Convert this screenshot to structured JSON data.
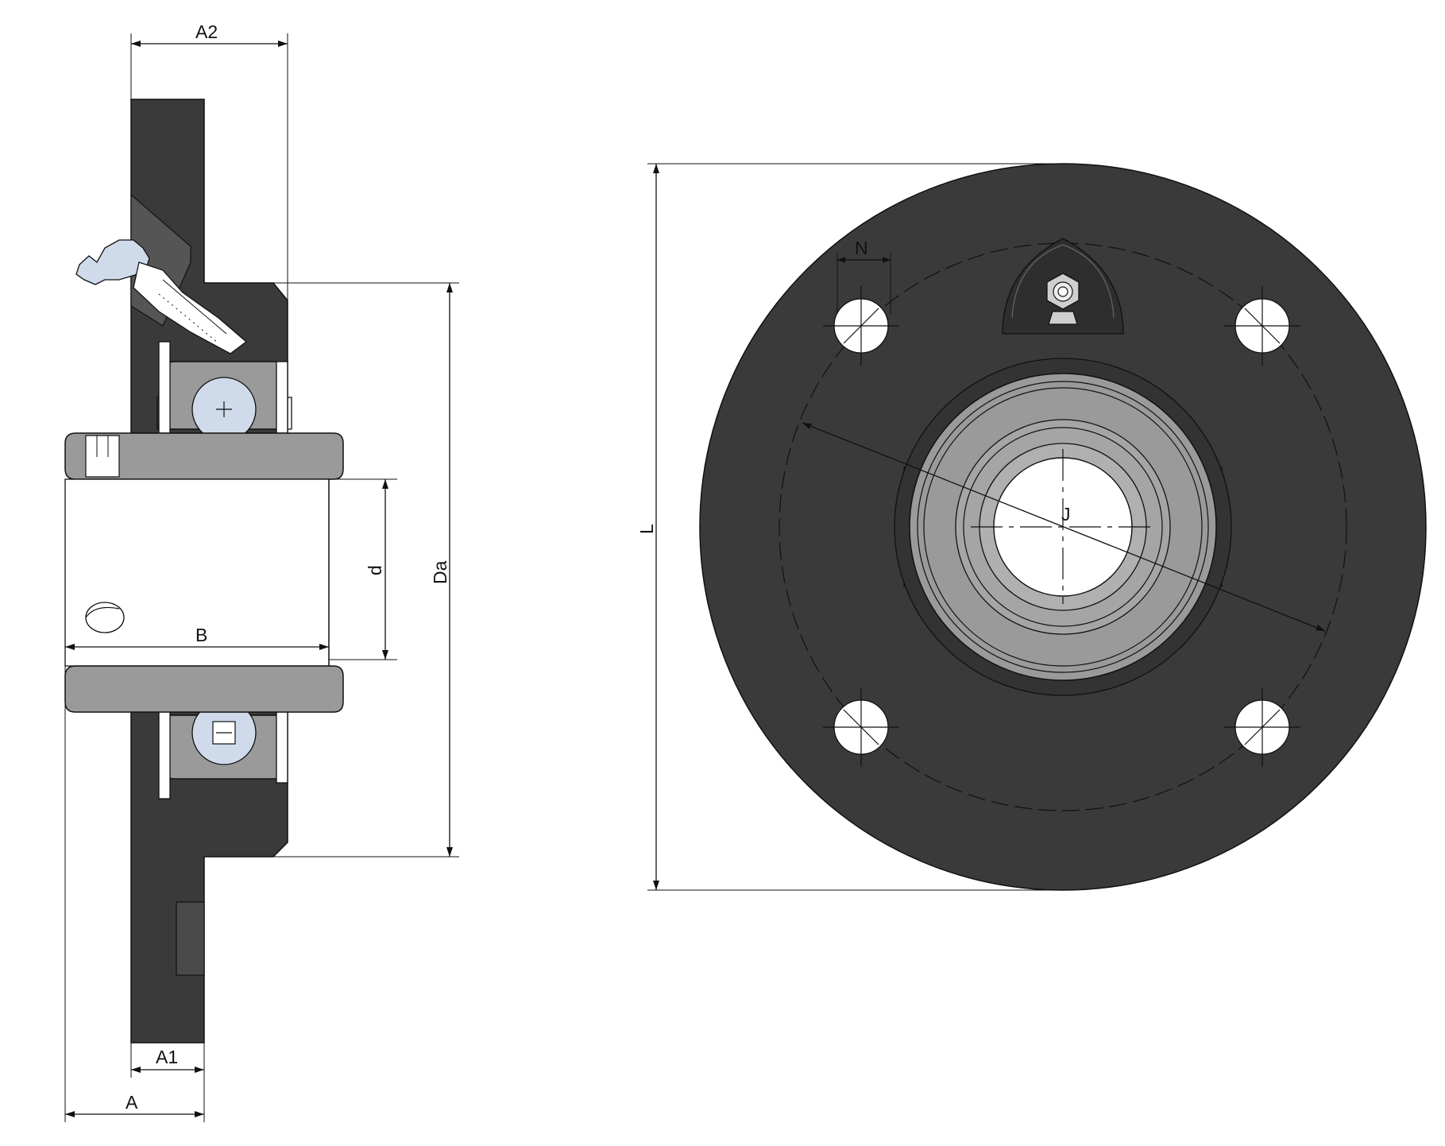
{
  "labels": {
    "a2": "A2",
    "a1": "A1",
    "a": "A",
    "b": "B",
    "d": "d",
    "da": "Da",
    "l": "L",
    "n": "N",
    "j": "J"
  },
  "colors": {
    "housing": "#3a3a3a",
    "ring": "#9a9a9a",
    "ball": "#cfdbeb",
    "line": "#111111"
  }
}
